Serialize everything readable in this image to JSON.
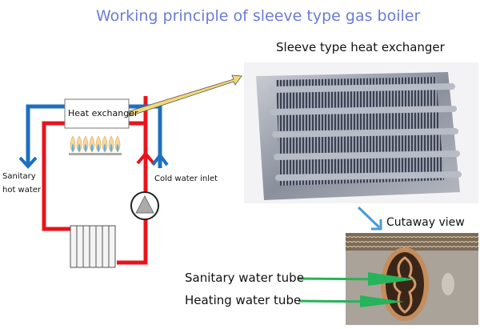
{
  "title": "Working principle of sleeve type gas boiler",
  "diagram": {
    "heat_exchanger_label": "Heat exchanger",
    "sanitary_hot_water_label": [
      "Sanitary",
      "hot water"
    ],
    "cold_water_inlet_label": "Cold water inlet"
  },
  "photo": {
    "label": "Sleeve type heat exchanger"
  },
  "cutaway": {
    "label": "Cutaway view",
    "sanitary_tube_label": "Sanitary water tube",
    "heating_tube_label": "Heating water tube"
  },
  "colors": {
    "title": "#6b7bd6",
    "hot_pipe": "#e8141c",
    "cold_pipe": "#1f6fc0",
    "pointer_arrow": "#27b35a"
  }
}
